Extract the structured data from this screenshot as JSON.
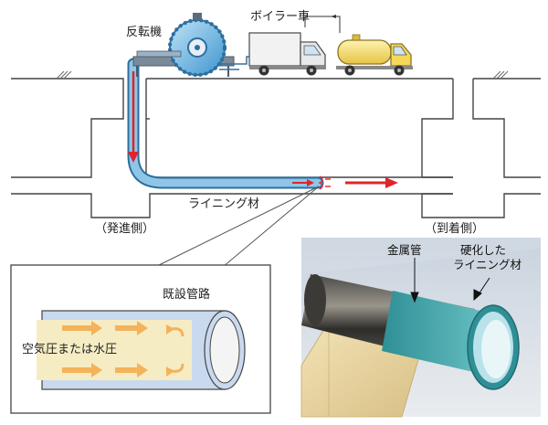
{
  "labels": {
    "reverser": "反転機",
    "boiler_truck": "ボイラー車",
    "lining_material": "ライニング材",
    "launch_side": "（発進側）",
    "arrival_side": "（到着側）",
    "existing_pipe": "既設管路",
    "pressure": "空気圧または水圧",
    "metal_pipe": "金属管",
    "cured_lining_line1": "硬化した",
    "cured_lining_line2": "ライニング材"
  },
  "colors": {
    "lining_blue": "#8fc6e8",
    "flow_red": "#e0242c",
    "pipe_fill": "#c9d9ee",
    "cream": "#f6ecc4",
    "arrow_orange": "#f4b25a"
  }
}
